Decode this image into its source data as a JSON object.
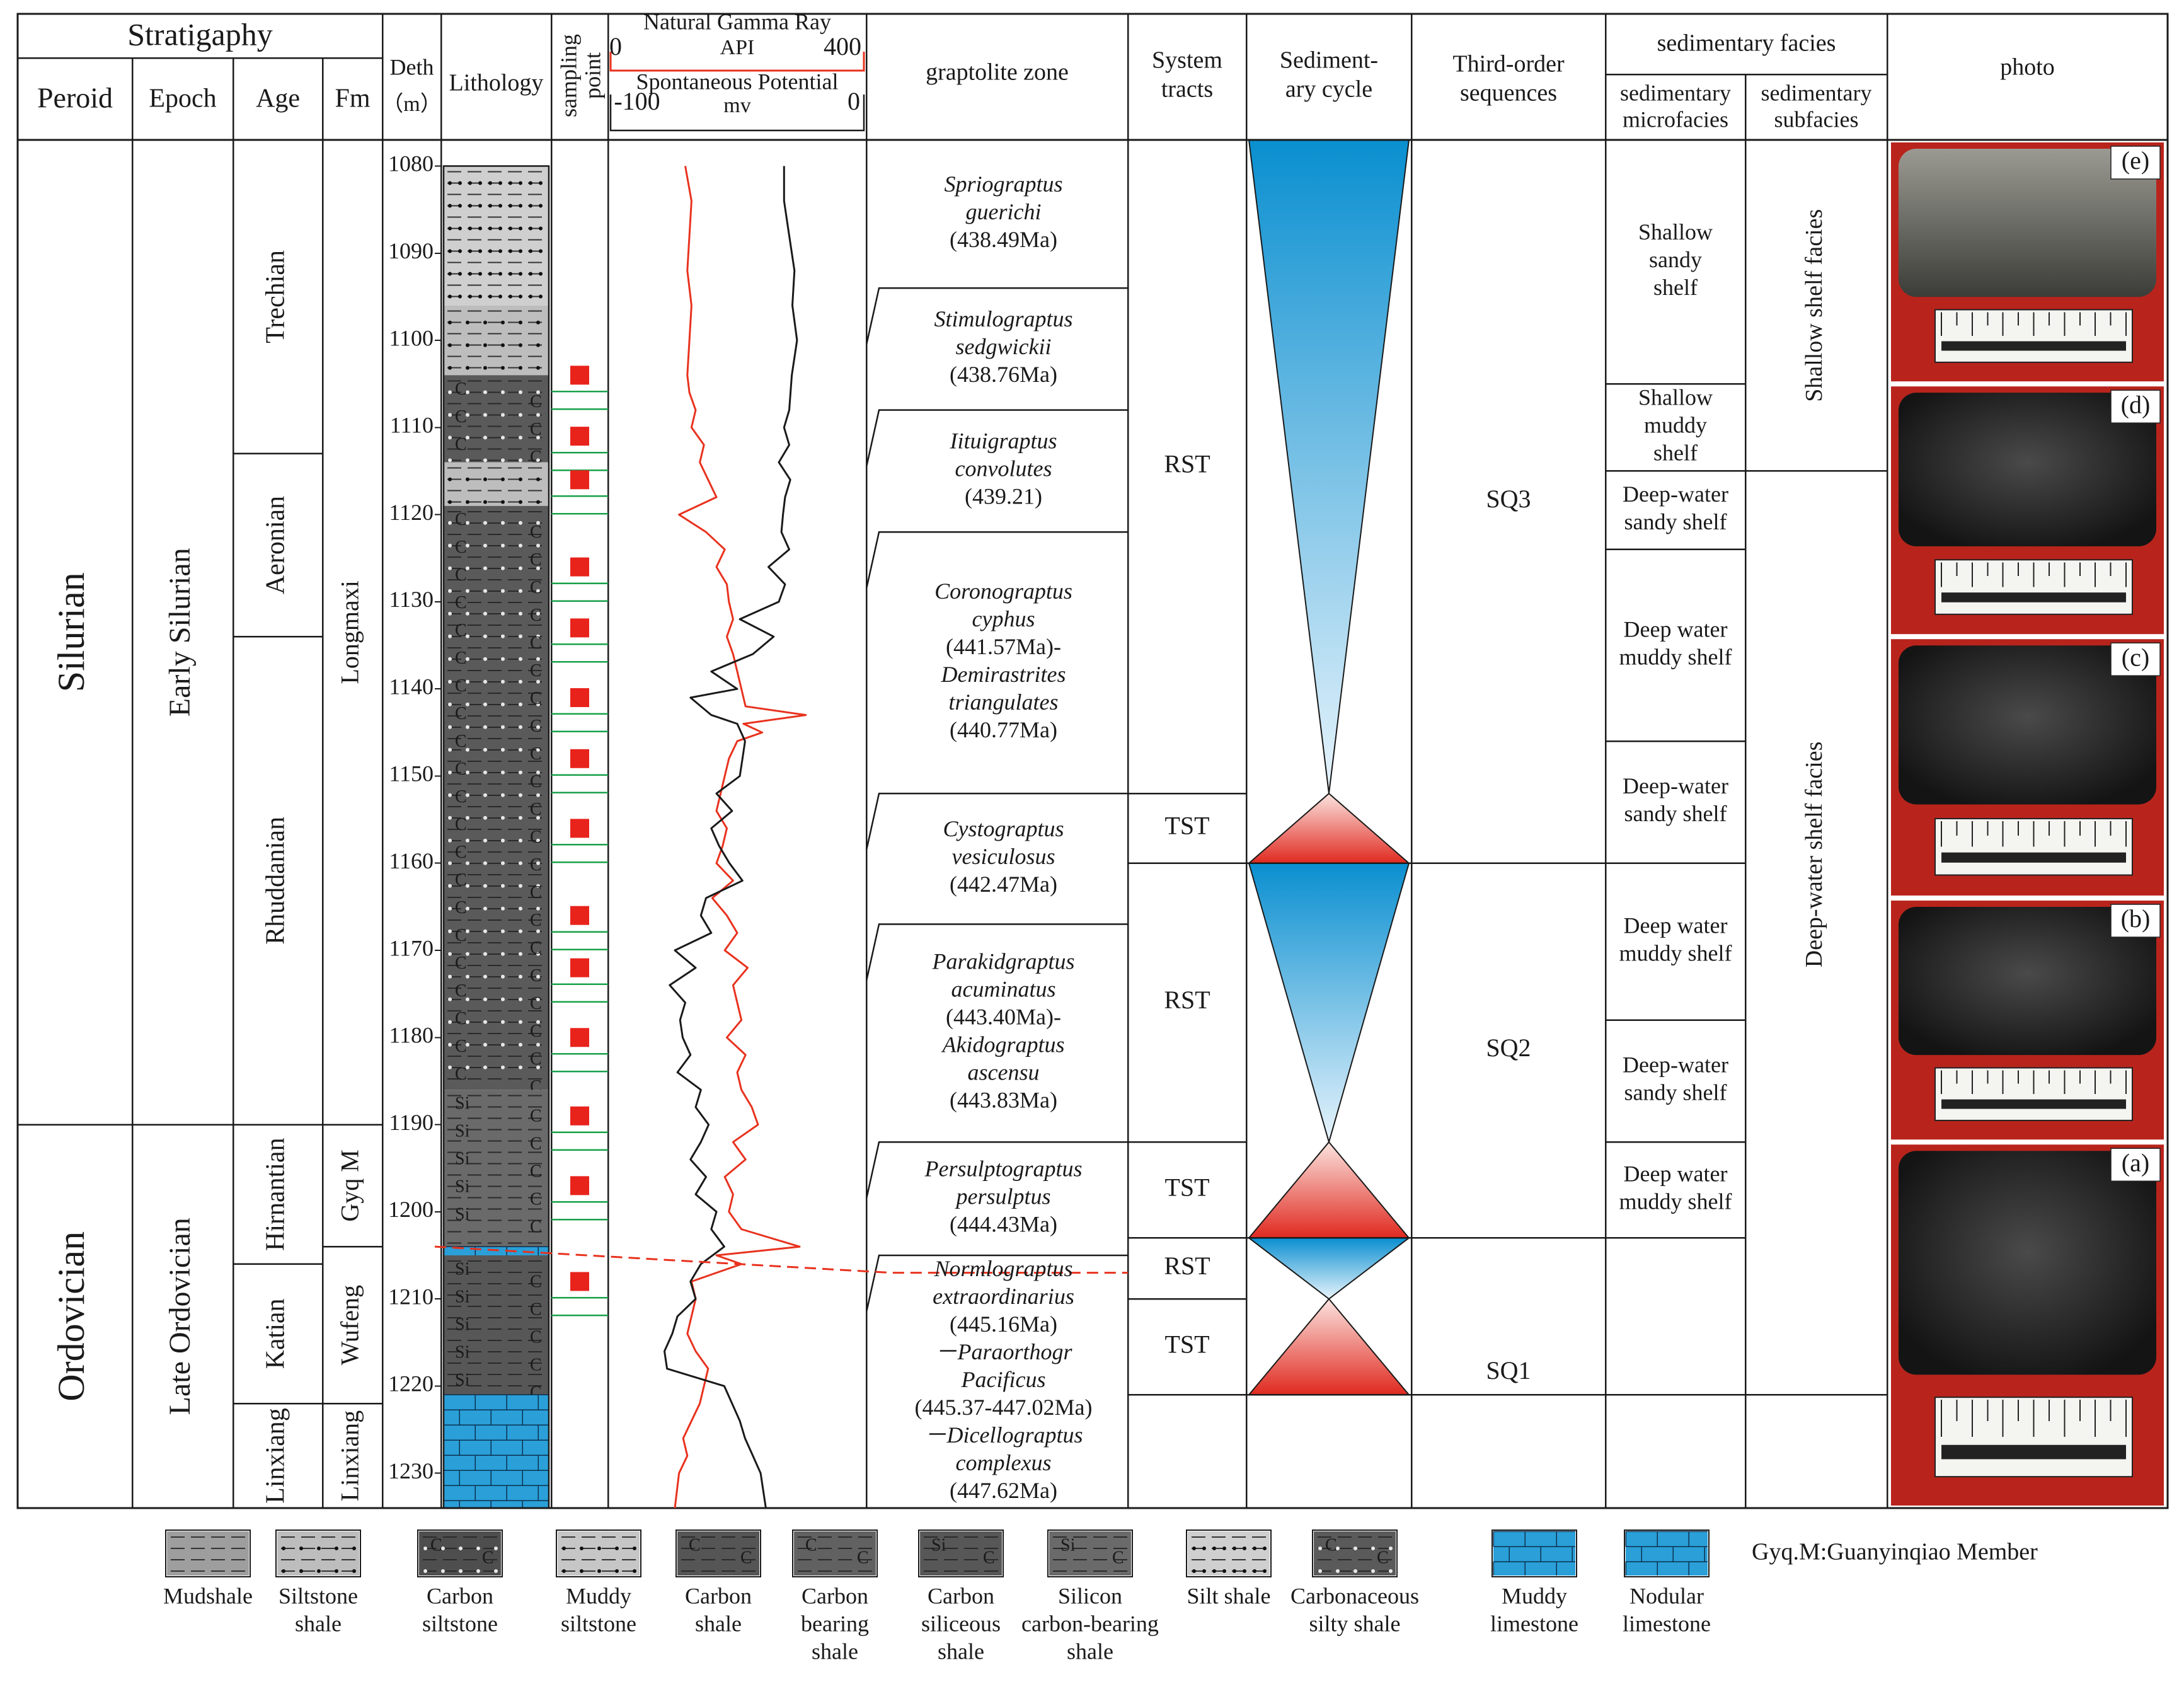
{
  "header": {
    "stratigraphy": "Stratigaphy",
    "period": "Peroid",
    "epoch": "Epoch",
    "age": "Age",
    "fm": "Fm",
    "depth": [
      "Deth",
      "（m）"
    ],
    "lithology": "Lithology",
    "sampling": [
      "sampling",
      "point"
    ],
    "gamma_title": "Natural Gamma Ray",
    "gamma_unit": "API",
    "gamma_min": "0",
    "gamma_max": "400",
    "sp_title": "Spontaneous Potential",
    "sp_unit": "mv",
    "sp_min": "-100",
    "sp_max": "0",
    "graptolite": "graptolite zone",
    "system_tracts": [
      "System",
      "tracts"
    ],
    "cycle": [
      "Sediment-",
      "ary cycle"
    ],
    "sequences": [
      "Third-order",
      "sequences"
    ],
    "facies": "sedimentary facies",
    "microfacies": [
      "sedimentary",
      "microfacies"
    ],
    "subfacies": [
      "sedimentary",
      "subfacies"
    ],
    "photo": "photo"
  },
  "periods": [
    {
      "label": "Silurian",
      "from": 1077,
      "to": 1190
    },
    {
      "label": "Ordovician",
      "from": 1190,
      "to": 1234
    }
  ],
  "epochs": [
    {
      "label": "Early Silurian",
      "from": 1077,
      "to": 1190
    },
    {
      "label": "Late Ordovician",
      "from": 1190,
      "to": 1234
    }
  ],
  "ages": [
    {
      "label": "Trechian",
      "from": 1077,
      "to": 1113
    },
    {
      "label": "Aeronian",
      "from": 1113,
      "to": 1134
    },
    {
      "label": "Rhuddanian",
      "from": 1134,
      "to": 1190
    },
    {
      "label": "Hirnantian",
      "from": 1190,
      "to": 1206
    },
    {
      "label": "Katian",
      "from": 1206,
      "to": 1222
    },
    {
      "label": "Linxiang",
      "from": 1222,
      "to": 1234
    }
  ],
  "formations": [
    {
      "label": "Longmaxi",
      "from": 1077,
      "to": 1190
    },
    {
      "label": "Gyq M",
      "from": 1190,
      "to": 1204
    },
    {
      "label": "Wufeng",
      "from": 1204,
      "to": 1222
    },
    {
      "label": "Linxiang",
      "from": 1222,
      "to": 1234
    }
  ],
  "depth_ticks": [
    1080,
    1090,
    1100,
    1110,
    1120,
    1130,
    1140,
    1150,
    1160,
    1170,
    1180,
    1190,
    1200,
    1210,
    1220,
    1230
  ],
  "lithology_column": [
    {
      "type": "silt-shale",
      "from": 1080,
      "to": 1096
    },
    {
      "type": "siltstone-shale",
      "from": 1096,
      "to": 1104
    },
    {
      "type": "carbonaceous-silty-shale",
      "from": 1104,
      "to": 1114
    },
    {
      "type": "siltstone-shale",
      "from": 1114,
      "to": 1119
    },
    {
      "type": "carbonaceous-silty-shale",
      "from": 1119,
      "to": 1186
    },
    {
      "type": "silicon-carbon-bearing-shale",
      "from": 1186,
      "to": 1204
    },
    {
      "type": "muddy-limestone",
      "from": 1204,
      "to": 1205
    },
    {
      "type": "carbon-siliceous-shale",
      "from": 1205,
      "to": 1221
    },
    {
      "type": "nodular-limestone",
      "from": 1221,
      "to": 1234
    }
  ],
  "sampling_points": [
    1104,
    1111,
    1116,
    1126,
    1133,
    1141,
    1148,
    1156,
    1166,
    1172,
    1180,
    1189,
    1197,
    1208
  ],
  "logs": {
    "gamma_ray_api": [
      [
        1080,
        290
      ],
      [
        1084,
        290
      ],
      [
        1088,
        300
      ],
      [
        1092,
        310
      ],
      [
        1096,
        306
      ],
      [
        1100,
        315
      ],
      [
        1104,
        305
      ],
      [
        1108,
        300
      ],
      [
        1110,
        290
      ],
      [
        1112,
        300
      ],
      [
        1114,
        280
      ],
      [
        1116,
        302
      ],
      [
        1118,
        292
      ],
      [
        1120,
        288
      ],
      [
        1122,
        285
      ],
      [
        1124,
        300
      ],
      [
        1126,
        260
      ],
      [
        1128,
        292
      ],
      [
        1130,
        280
      ],
      [
        1132,
        205
      ],
      [
        1134,
        270
      ],
      [
        1136,
        230
      ],
      [
        1138,
        150
      ],
      [
        1140,
        200
      ],
      [
        1141,
        110
      ],
      [
        1143,
        150
      ],
      [
        1144,
        200
      ],
      [
        1146,
        215
      ],
      [
        1148,
        210
      ],
      [
        1150,
        205
      ],
      [
        1152,
        160
      ],
      [
        1154,
        190
      ],
      [
        1156,
        150
      ],
      [
        1158,
        165
      ],
      [
        1160,
        185
      ],
      [
        1162,
        210
      ],
      [
        1164,
        140
      ],
      [
        1166,
        130
      ],
      [
        1168,
        150
      ],
      [
        1170,
        80
      ],
      [
        1172,
        120
      ],
      [
        1174,
        70
      ],
      [
        1176,
        100
      ],
      [
        1178,
        90
      ],
      [
        1180,
        95
      ],
      [
        1182,
        110
      ],
      [
        1184,
        85
      ],
      [
        1186,
        130
      ],
      [
        1188,
        120
      ],
      [
        1190,
        145
      ],
      [
        1192,
        130
      ],
      [
        1194,
        110
      ],
      [
        1196,
        140
      ],
      [
        1198,
        120
      ],
      [
        1200,
        160
      ],
      [
        1202,
        150
      ],
      [
        1204,
        175
      ],
      [
        1206,
        130
      ],
      [
        1208,
        110
      ],
      [
        1210,
        120
      ],
      [
        1212,
        85
      ],
      [
        1214,
        75
      ],
      [
        1216,
        60
      ],
      [
        1218,
        65
      ],
      [
        1220,
        175
      ],
      [
        1222,
        190
      ],
      [
        1224,
        205
      ],
      [
        1226,
        215
      ],
      [
        1228,
        230
      ],
      [
        1230,
        245
      ],
      [
        1234,
        255
      ]
    ],
    "spontaneous_potential_mv": [
      [
        1080,
        -75
      ],
      [
        1084,
        -72
      ],
      [
        1088,
        -73
      ],
      [
        1092,
        -74
      ],
      [
        1096,
        -72
      ],
      [
        1100,
        -73
      ],
      [
        1104,
        -74
      ],
      [
        1106,
        -73
      ],
      [
        1108,
        -70
      ],
      [
        1110,
        -72
      ],
      [
        1112,
        -66
      ],
      [
        1114,
        -68
      ],
      [
        1116,
        -64
      ],
      [
        1118,
        -60
      ],
      [
        1120,
        -78
      ],
      [
        1122,
        -65
      ],
      [
        1124,
        -56
      ],
      [
        1126,
        -60
      ],
      [
        1128,
        -55
      ],
      [
        1130,
        -54
      ],
      [
        1132,
        -52
      ],
      [
        1134,
        -55
      ],
      [
        1136,
        -52
      ],
      [
        1138,
        -50
      ],
      [
        1140,
        -48
      ],
      [
        1142,
        -46
      ],
      [
        1143,
        -17
      ],
      [
        1144,
        -47
      ],
      [
        1145,
        -38
      ],
      [
        1146,
        -50
      ],
      [
        1148,
        -54
      ],
      [
        1150,
        -56
      ],
      [
        1152,
        -58
      ],
      [
        1154,
        -60
      ],
      [
        1156,
        -55
      ],
      [
        1158,
        -57
      ],
      [
        1160,
        -60
      ],
      [
        1162,
        -52
      ],
      [
        1164,
        -62
      ],
      [
        1166,
        -55
      ],
      [
        1168,
        -50
      ],
      [
        1170,
        -56
      ],
      [
        1172,
        -45
      ],
      [
        1174,
        -52
      ],
      [
        1176,
        -50
      ],
      [
        1178,
        -48
      ],
      [
        1180,
        -55
      ],
      [
        1182,
        -46
      ],
      [
        1184,
        -50
      ],
      [
        1186,
        -48
      ],
      [
        1188,
        -43
      ],
      [
        1190,
        -40
      ],
      [
        1192,
        -52
      ],
      [
        1194,
        -46
      ],
      [
        1196,
        -56
      ],
      [
        1198,
        -52
      ],
      [
        1200,
        -54
      ],
      [
        1202,
        -48
      ],
      [
        1204,
        -20
      ],
      [
        1205,
        -60
      ],
      [
        1206,
        -48
      ],
      [
        1208,
        -72
      ],
      [
        1210,
        -70
      ],
      [
        1212,
        -72
      ],
      [
        1214,
        -74
      ],
      [
        1216,
        -70
      ],
      [
        1218,
        -64
      ],
      [
        1220,
        -66
      ],
      [
        1222,
        -68
      ],
      [
        1224,
        -72
      ],
      [
        1226,
        -76
      ],
      [
        1228,
        -74
      ],
      [
        1230,
        -78
      ],
      [
        1234,
        -80
      ]
    ]
  },
  "graptolite_zones": [
    {
      "lines": [
        {
          "t": "Spriograptus",
          "i": true
        },
        {
          "t": "guerichi",
          "i": true
        },
        {
          "t": "(438.49Ma)",
          "i": false
        }
      ],
      "from": 1077,
      "to": 1094
    },
    {
      "lines": [
        {
          "t": "Stimulograptus",
          "i": true
        },
        {
          "t": "sedgwickii",
          "i": true
        },
        {
          "t": "(438.76Ma)",
          "i": false
        }
      ],
      "from": 1094,
      "to": 1108
    },
    {
      "lines": [
        {
          "t": "Iituigraptus",
          "i": true
        },
        {
          "t": "convolutes",
          "i": true
        },
        {
          "t": "(439.21)",
          "i": false
        }
      ],
      "from": 1108,
      "to": 1122
    },
    {
      "lines": [
        {
          "t": "Coronograptus",
          "i": true
        },
        {
          "t": "cyphus",
          "i": true
        },
        {
          "t": "(441.57Ma)-",
          "i": false
        },
        {
          "t": "Demirastrites",
          "i": true
        },
        {
          "t": "triangulates",
          "i": true
        },
        {
          "t": "(440.77Ma)",
          "i": false
        }
      ],
      "from": 1122,
      "to": 1152
    },
    {
      "lines": [
        {
          "t": "Cystograptus",
          "i": true
        },
        {
          "t": "vesiculosus",
          "i": true
        },
        {
          "t": "(442.47Ma)",
          "i": false
        }
      ],
      "from": 1152,
      "to": 1167
    },
    {
      "lines": [
        {
          "t": "Parakidgraptus",
          "i": true
        },
        {
          "t": "acuminatus",
          "i": true
        },
        {
          "t": "(443.40Ma)-",
          "i": false
        },
        {
          "t": "Akidograptus",
          "i": true
        },
        {
          "t": "ascensu",
          "i": true
        },
        {
          "t": "(443.83Ma)",
          "i": false
        }
      ],
      "from": 1167,
      "to": 1192
    },
    {
      "lines": [
        {
          "t": "Persulptograptus",
          "i": true
        },
        {
          "t": "persulptus",
          "i": true
        },
        {
          "t": "(444.43Ma)",
          "i": false
        }
      ],
      "from": 1192,
      "to": 1205
    },
    {
      "lines": [
        {
          "t": "Normlograptus",
          "i": true
        },
        {
          "t": "extraordinarius",
          "i": true
        },
        {
          "t": "(445.16Ma)",
          "i": false
        },
        {
          "t": "－Paraorthogr",
          "i": true
        },
        {
          "t": "Pacificus",
          "i": true
        },
        {
          "t": "(445.37-447.02Ma)",
          "i": false
        },
        {
          "t": "－Dicellograptus",
          "i": true
        },
        {
          "t": "complexus",
          "i": true
        },
        {
          "t": "(447.62Ma)",
          "i": false
        }
      ],
      "from": 1205,
      "to": 1234
    }
  ],
  "system_tracts": [
    {
      "label": "RST",
      "from": 1077,
      "to": 1152
    },
    {
      "label": "TST",
      "from": 1152,
      "to": 1160
    },
    {
      "label": "RST",
      "from": 1160,
      "to": 1192
    },
    {
      "label": "TST",
      "from": 1192,
      "to": 1203
    },
    {
      "label": "RST",
      "from": 1203,
      "to": 1210
    },
    {
      "label": "TST",
      "from": 1210,
      "to": 1221
    }
  ],
  "cycles": [
    {
      "kind": "regressive",
      "from": 1077,
      "to": 1152
    },
    {
      "kind": "transgressive",
      "from": 1152,
      "to": 1160
    },
    {
      "kind": "regressive",
      "from": 1160,
      "to": 1192
    },
    {
      "kind": "transgressive",
      "from": 1192,
      "to": 1203
    },
    {
      "kind": "regressive",
      "from": 1203,
      "to": 1210
    },
    {
      "kind": "transgressive",
      "from": 1210,
      "to": 1221
    }
  ],
  "sequences": [
    {
      "label": "SQ3",
      "from": 1077,
      "to": 1160
    },
    {
      "label": "SQ2",
      "from": 1160,
      "to": 1203
    },
    {
      "label": "SQ1",
      "from": 1203,
      "to": 1234
    }
  ],
  "microfacies": [
    {
      "lines": [
        "Shallow",
        "sandy",
        "shelf"
      ],
      "from": 1077,
      "to": 1105
    },
    {
      "lines": [
        "Shallow",
        "muddy",
        "shelf"
      ],
      "from": 1105,
      "to": 1115
    },
    {
      "lines": [
        "Deep-water",
        "sandy shelf"
      ],
      "from": 1115,
      "to": 1124
    },
    {
      "lines": [
        "Deep water",
        "muddy shelf"
      ],
      "from": 1124,
      "to": 1146
    },
    {
      "lines": [
        "Deep-water",
        "sandy shelf"
      ],
      "from": 1146,
      "to": 1160
    },
    {
      "lines": [
        "Deep water",
        "muddy shelf"
      ],
      "from": 1160,
      "to": 1178
    },
    {
      "lines": [
        "Deep-water",
        "sandy shelf"
      ],
      "from": 1178,
      "to": 1192
    },
    {
      "lines": [
        "Deep water",
        "muddy shelf"
      ],
      "from": 1192,
      "to": 1203
    }
  ],
  "subfacies": [
    {
      "label": "Shallow shelf facies",
      "from": 1077,
      "to": 1115
    },
    {
      "label": "Deep-water  shelf facies",
      "from": 1115,
      "to": 1203
    }
  ],
  "photos": [
    "(e)",
    "(d)",
    "(c)",
    "(b)",
    "(a)"
  ],
  "legend": [
    {
      "type": "mudshale",
      "lines": [
        "Mudshale"
      ]
    },
    {
      "type": "siltstone-shale",
      "lines": [
        "Siltstone",
        "shale"
      ]
    },
    {
      "type": "carbon-siltstone",
      "lines": [
        "Carbon",
        "siltstone"
      ]
    },
    {
      "type": "muddy-siltstone",
      "lines": [
        "Muddy",
        "siltstone"
      ]
    },
    {
      "type": "carbon-shale",
      "lines": [
        "Carbon",
        "shale"
      ]
    },
    {
      "type": "carbon-bearing-shale",
      "lines": [
        "Carbon",
        "bearing",
        "shale"
      ]
    },
    {
      "type": "carbon-siliceous-shale",
      "lines": [
        "Carbon",
        "siliceous",
        "shale"
      ]
    },
    {
      "type": "silicon-carbon-bearing-shale",
      "lines": [
        "Silicon",
        "carbon-bearing",
        "shale"
      ]
    },
    {
      "type": "silt-shale",
      "lines": [
        "Silt shale"
      ]
    },
    {
      "type": "carbonaceous-silty-shale",
      "lines": [
        "Carbonaceous",
        "silty shale"
      ]
    },
    {
      "type": "muddy-limestone",
      "lines": [
        "Muddy",
        "limestone"
      ]
    },
    {
      "type": "nodular-limestone",
      "lines": [
        "Nodular",
        "limestone"
      ]
    }
  ],
  "legend_note": "Gyq.M:Guanyinqiao Member",
  "colors": {
    "gamma": "#e8321e",
    "sp": "#1a1a1a",
    "sampling": "#e8231c",
    "sampling_line": "#18a04a",
    "cycle_blue": "#0a8fd0",
    "cycle_red": "#e02a20",
    "limestone": "#2a9fd8",
    "photo_bg": "#b8241c"
  }
}
